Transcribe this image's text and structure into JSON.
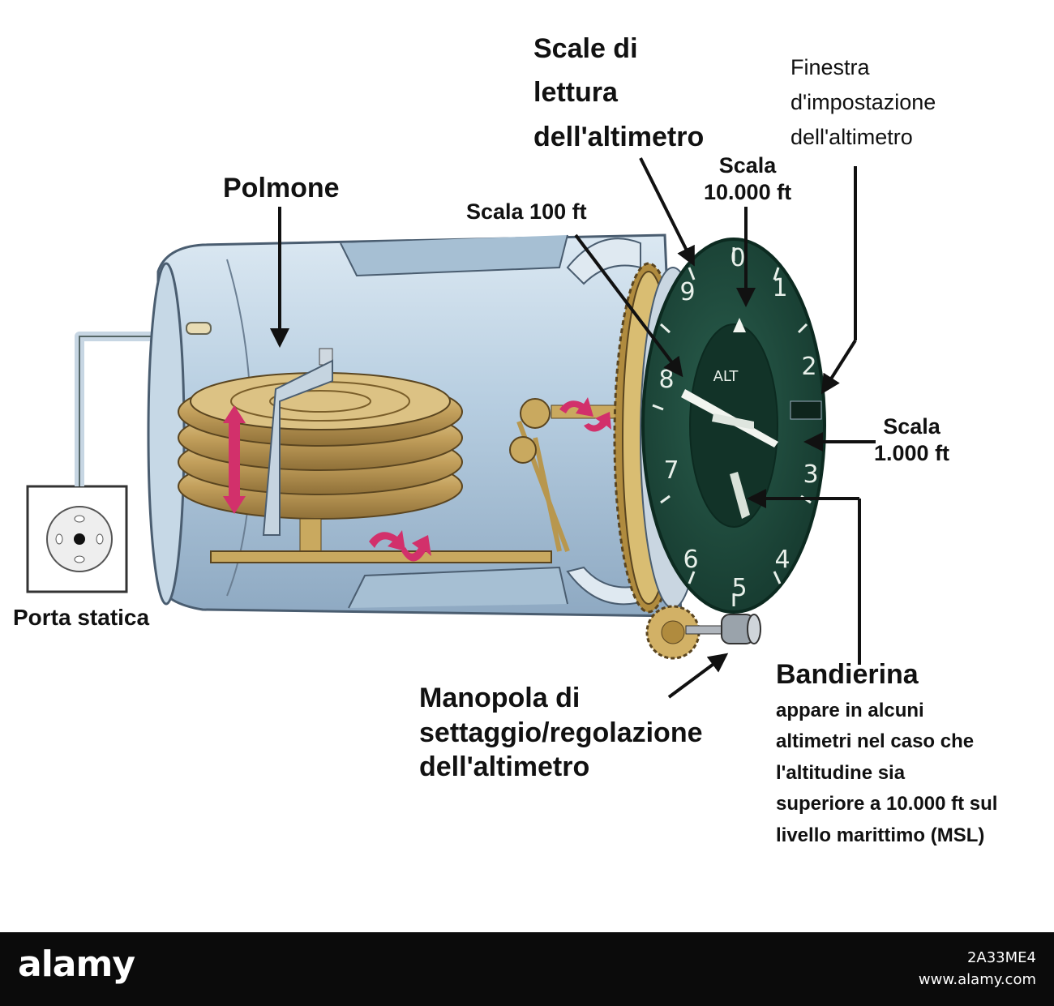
{
  "labels": {
    "polmone": "Polmone",
    "porta_statica": "Porta statica",
    "scale_lettura": "Scale di\nlettura\ndell'altimetro",
    "finestra": "Finestra\nd'impostazione\ndell'altimetro",
    "scala_100": "Scala 100 ft",
    "scala_10000": "Scala\n10.000 ft",
    "scala_1000": "Scala\n1.000 ft",
    "manopola": "Manopola di\nsettaggio/regolazione\ndell'altimetro",
    "bandierina_title": "Bandierina",
    "bandierina_text": "appare in alcuni\naltimetri nel caso che\nl'altitudine sia\nsuperiore a 10.000 ft sul\nlivello marittimo (MSL)"
  },
  "dial": {
    "center_label": "ALT",
    "numerals": [
      "0",
      "1",
      "2",
      "3",
      "4",
      "5",
      "6",
      "7",
      "8",
      "9"
    ]
  },
  "colors": {
    "cylinder": "#b9cfe0",
    "dial_face": "#1f4a3c",
    "bellows": "#c8a766",
    "arrow_red": "#d2306b"
  },
  "footer": {
    "brand": "alamy",
    "image_id": "2A33ME4",
    "site": "www.alamy.com"
  }
}
